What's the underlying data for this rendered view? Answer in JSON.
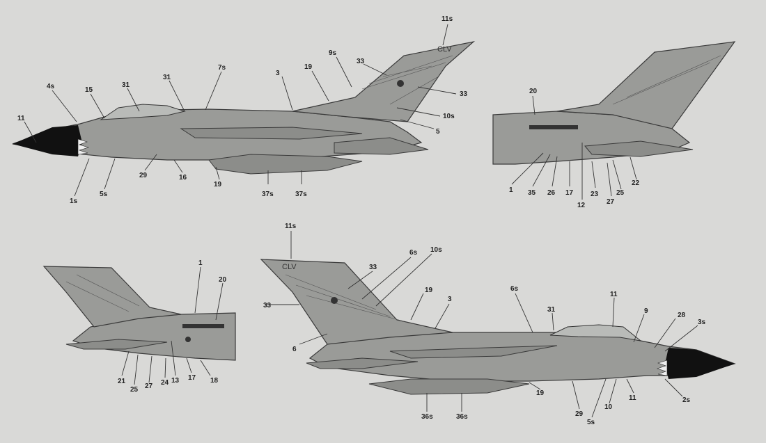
{
  "views": {
    "port_side": {
      "tail_code": "CLV",
      "callouts": [
        "11s",
        "9s",
        "33",
        "33",
        "10s",
        "5",
        "3",
        "19",
        "7s",
        "31",
        "31",
        "15",
        "4s",
        "11",
        "1s",
        "5s",
        "29",
        "16",
        "19",
        "37s",
        "37s"
      ]
    },
    "port_rear": {
      "callouts": [
        "20",
        "1",
        "35",
        "26",
        "17",
        "12",
        "23",
        "27",
        "25",
        "22"
      ]
    },
    "starboard_rear": {
      "callouts": [
        "1",
        "20",
        "21",
        "25",
        "27",
        "24",
        "13",
        "17",
        "18"
      ]
    },
    "starboard_side": {
      "tail_code": "CLV",
      "callouts": [
        "11s",
        "6s",
        "10s",
        "33",
        "33",
        "19",
        "3",
        "6",
        "6s",
        "31",
        "11",
        "9",
        "28",
        "3s",
        "2s",
        "11",
        "10",
        "5s",
        "29",
        "19",
        "36s",
        "36s"
      ]
    }
  }
}
